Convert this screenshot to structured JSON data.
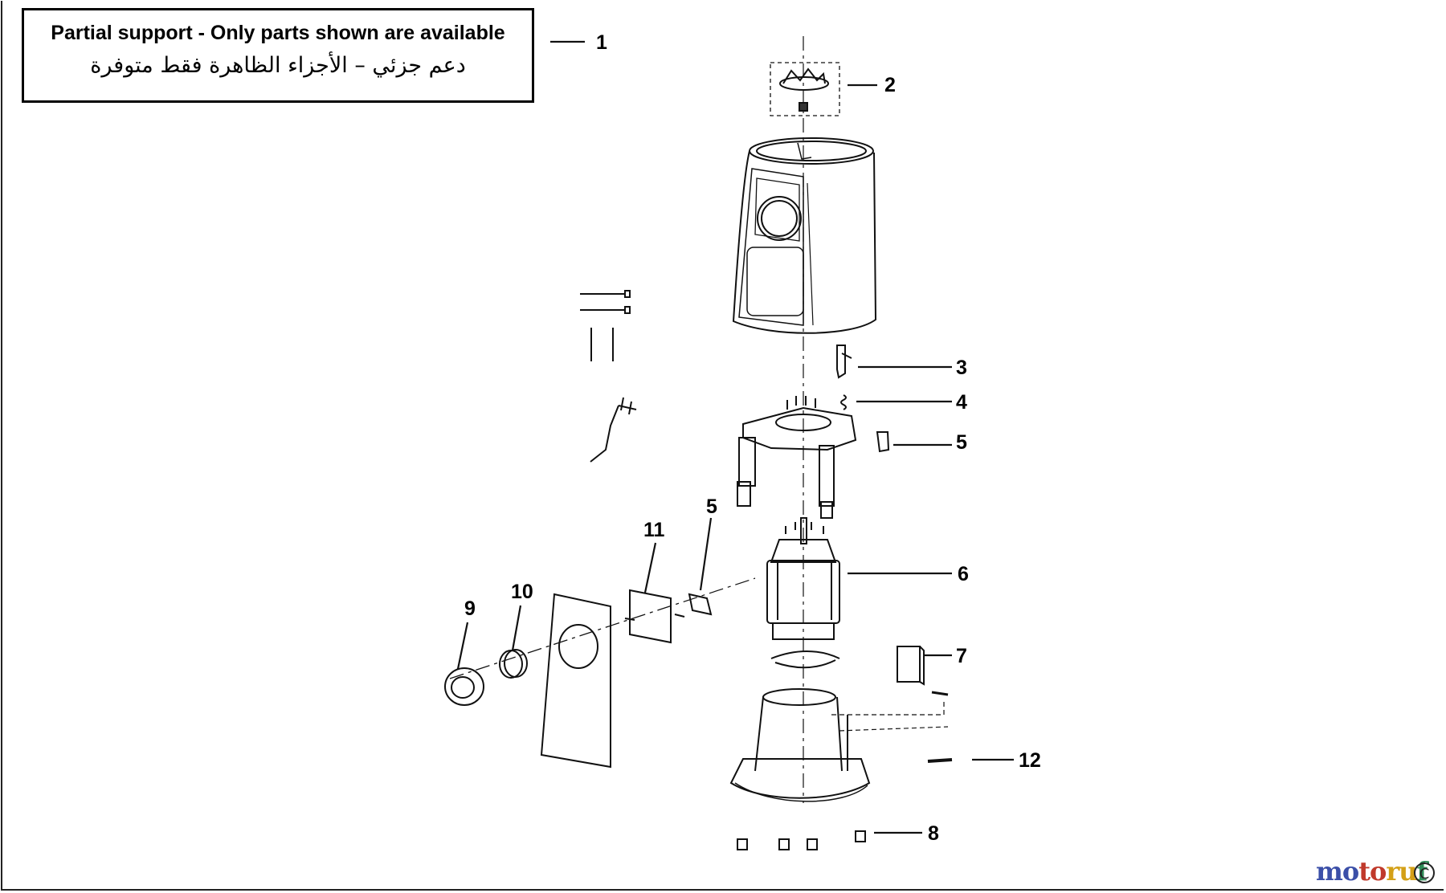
{
  "notice": {
    "english": "Partial support - Only parts shown are available",
    "arabic": "دعم جزئي – الأجزاء الظاهرة فقط متوفرة"
  },
  "callouts": {
    "c1": "1",
    "c2": "2",
    "c3": "3",
    "c4": "4",
    "c5a": "5",
    "c5b": "5",
    "c6": "6",
    "c7": "7",
    "c8": "8",
    "c9": "9",
    "c10": "10",
    "c11": "11",
    "c12": "12"
  },
  "watermark": {
    "part1": "mo",
    "part2": "to",
    "part3": "ru",
    "part4": "f",
    "copyright": "C"
  }
}
